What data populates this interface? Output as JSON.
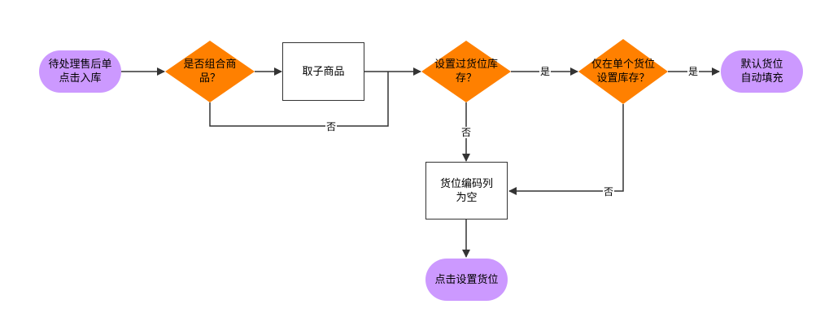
{
  "colors": {
    "terminal_fill": "#cc99ff",
    "decision_fill": "#ff8000",
    "process_border": "#333333",
    "line": "#333333"
  },
  "nodes": {
    "start": "待处理售后单\n点击入库",
    "is_combo": "是否组合商\n品？",
    "take_sub": "取子商品",
    "location_set": "设置过货位库\n存？",
    "single_location": "仅在单个货位\n设置库存？",
    "auto_fill": "默认货位\n自动填充",
    "code_empty": "货位编码列\n为空",
    "click_set": "点击设置货位"
  },
  "edge_labels": {
    "combo_no": "否",
    "set_yes": "是",
    "set_no": "否",
    "single_yes": "是",
    "single_no": "否"
  }
}
